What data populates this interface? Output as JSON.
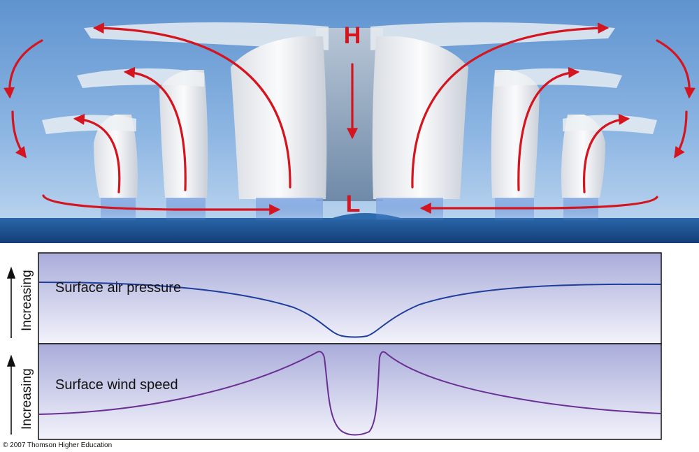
{
  "illustration": {
    "high_label": "H",
    "low_label": "L"
  },
  "panels": {
    "pressure": {
      "label": "Surface air pressure",
      "axis_label": "Increasing"
    },
    "wind": {
      "label": "Surface wind speed",
      "axis_label": "Increasing"
    }
  },
  "copyright": "© 2007 Thomson Higher Education",
  "colors": {
    "arrow": "#d4141e",
    "pressure_line": "#1f3e9c",
    "wind_line": "#6a2f93",
    "sky": "#6f9fd4",
    "ocean": "#1d5596"
  },
  "icons": [
    "up-arrow-icon",
    "circulation-arrow-icon"
  ]
}
